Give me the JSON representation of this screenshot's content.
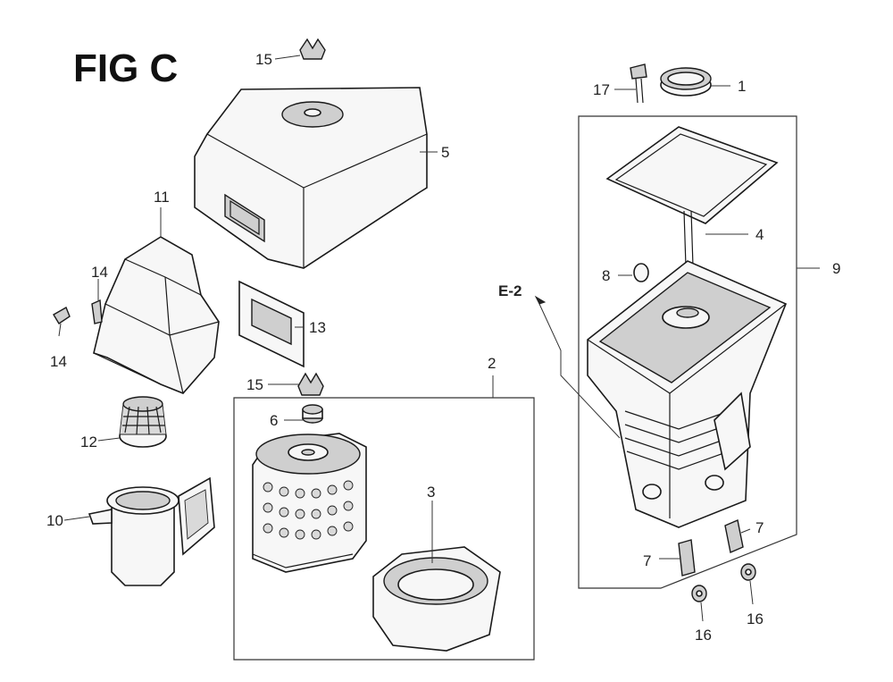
{
  "figure": {
    "title": "FIG C"
  },
  "reference": {
    "label": "E-2"
  },
  "callouts": {
    "c1": "1",
    "c2": "2",
    "c3": "3",
    "c4": "4",
    "c5": "5",
    "c6": "6",
    "c7a": "7",
    "c7b": "7",
    "c8": "8",
    "c9": "9",
    "c10": "10",
    "c11": "11",
    "c12": "12",
    "c13": "13",
    "c14a": "14",
    "c14b": "14",
    "c15a": "15",
    "c15b": "15",
    "c16a": "16",
    "c16b": "16",
    "c17": "17"
  }
}
